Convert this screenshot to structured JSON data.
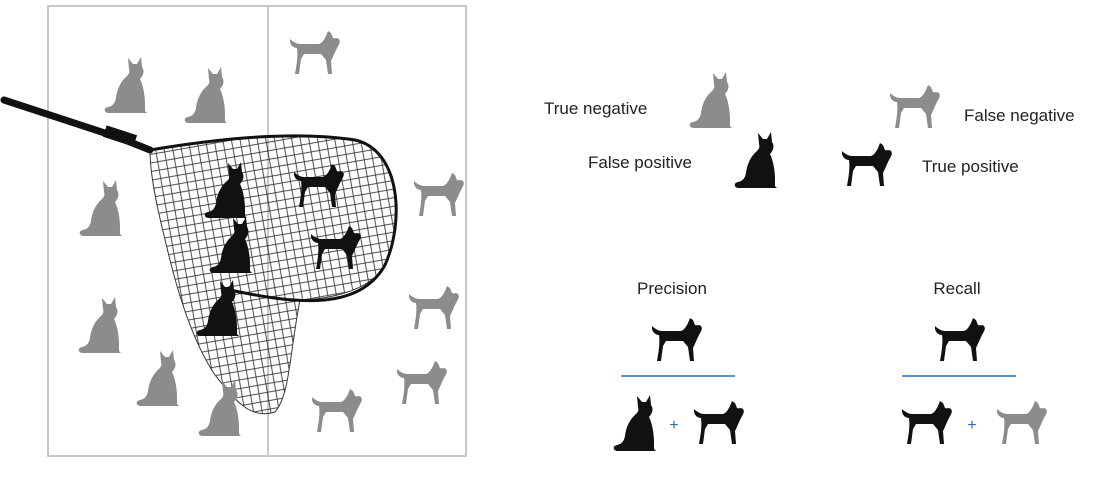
{
  "legend": {
    "true_negative": "True negative",
    "false_negative": "False negative",
    "false_positive": "False positive",
    "true_positive": "True positive"
  },
  "formulas": {
    "precision": {
      "title": "Precision",
      "operator": "+"
    },
    "recall": {
      "title": "Recall",
      "operator": "+"
    }
  },
  "colors": {
    "negative_animal": "#8c8c8c",
    "positive_animal": "#111111",
    "fraction_bar": "#2e6db0",
    "plus_sign": "#2e6db0",
    "box_border": "#c8c8c8",
    "net": "#222222"
  },
  "icons": {
    "cat": "cat-icon",
    "dog": "dog-icon",
    "net": "landing-net-icon"
  }
}
